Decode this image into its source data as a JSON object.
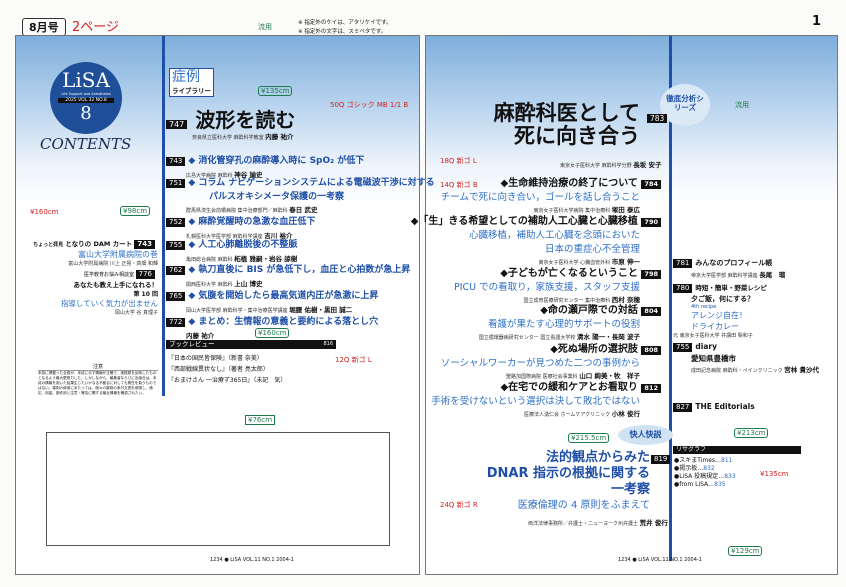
{
  "header": {
    "issue": "8月号",
    "page_note": "2ページ",
    "notes": [
      "※ 指定外のケイは、アタリケイです。",
      "※ 指定外の文字は、スミベタです。"
    ],
    "page_number": "1"
  },
  "logo": {
    "name": "LiSA",
    "subtitle": "Life Support and Anesthesia",
    "volume": "2025 VOL.32 NO.8",
    "number": "8",
    "contents": "CONTENTS"
  },
  "left": {
    "section_label": "症例",
    "section_sub": "ライブラリー",
    "main": {
      "page": "747",
      "title": "波形を読む",
      "author_aff": "奈良県立医科大学 麻酔科学教室",
      "author": "内藤 祐介"
    },
    "items": [
      {
        "page": "743",
        "title": "◆ 消化管穿孔の麻酔導入時に SpO₂ が低下",
        "aff": "広島大学病院 麻酔科",
        "author": "神谷 諭史"
      },
      {
        "page": "751",
        "title": "◆ コラム ナビゲーションシステムによる電磁波干渉に対する",
        "title2": "パルスオキシメータ保護の一考察",
        "aff": "群馬県済生会前橋病院 集中治療部門／麻酔科",
        "author": "春日 武史"
      },
      {
        "page": "752",
        "title": "◆ 麻酔覚醒時の急激な血圧低下",
        "aff": "札幌医科大学医学部 麻酔科学講座",
        "author": "吉川 裕介"
      },
      {
        "page": "755",
        "title": "◆ 人工心肺離脱後の不整脈",
        "aff": "亀田総合病院 麻酔科",
        "author": "柘植 雅嗣・岩谷 諒樹"
      },
      {
        "page": "762",
        "title": "◆ 執刀直後に BIS が急低下し，血圧と心拍数が急上昇",
        "aff": "関西医科大学 麻酔科",
        "author": "上山 博史"
      },
      {
        "page": "765",
        "title": "◆ 気腹を開始したら最高気道内圧が急激に上昇",
        "aff": "岡山大学医学部 麻酔科学・集中治療医学講座",
        "author": "堀腰 佑樹・黒田 誠二"
      },
      {
        "page": "772",
        "title": "◆ まとめ：生情報の意義と要約による落とし穴",
        "aff": "",
        "author": "内藤 祐介"
      }
    ],
    "book_review": {
      "label": "ブックレビュー",
      "page": "816",
      "items": [
        "『日本の国民皆保険』（新書 奈美）",
        "『西部戦線異状なし』（著者 亮太郎）",
        "『おまけさん 一治療ず365日』（未記　気）"
      ]
    },
    "side": [
      {
        "page": "743",
        "kicker": "ちょっと拝見",
        "title": "となりの DAM カート",
        "sub": "富山大学附属病院の巻",
        "author": "富山大学附属病院 川上 正晃・高畑 和輝"
      },
      {
        "page": "776",
        "kicker": "医学教育お悩み相談室",
        "title": "あなたも教え上手になれる！",
        "sub": "第 10 回",
        "sub2": "指導していく気力が出ません",
        "author": "岡山大学 谷 真理子"
      }
    ],
    "notice": {
      "title": "注意",
      "body": "本誌に掲載った全員が、本誌に示す情報が正確で、実践原を反映したものとなるよう最大限努力した。しかしながら、編集者ならびに出版社は、本誌の情報を用いた結果生じたいかなる不都合に対しても責任を負うものではない。薬剤の使用にあたっては、個々の薬剤の添付文書を参照し、適応、用量、副作用と注意・警告に関する最近情報を確認されたい。"
    },
    "footer": "1234 ● LiSA VOL.11 NO.1 2004-1"
  },
  "right": {
    "series": "徹底分析シリーズ",
    "main": {
      "page": "783",
      "title1": "麻酔科医として",
      "title2": "死に向き合う",
      "aff": "東京女子医科大学 麻酔科学分野",
      "author": "長坂 安子"
    },
    "items": [
      {
        "page": "784",
        "title": "◆生命維持治療の終了について",
        "sub": [
          "チームで死に向き合い，ゴールを話し合うこと"
        ],
        "aff": "東京女子医科大学病院 集中治療科",
        "author": "塚田 泰広"
      },
      {
        "page": "790",
        "title": "◆「生」きる希望としての補助人工心臓と心臓移植",
        "sub": [
          "心臓移植，補助人工心臓を念頭においた",
          "日本の重症心不全管理"
        ],
        "aff": "東京女子医科大学 心臓血管外科",
        "author": "市原 伸一"
      },
      {
        "page": "798",
        "title": "◆子どもが亡くなるということ",
        "sub": [
          "PICU での看取り，家族支援，スタッフ支援"
        ],
        "aff": "国立成育医療研究センター 集中治療科",
        "author": "西村 奈穂"
      },
      {
        "page": "804",
        "title": "◆命の瀬戸際での対話",
        "sub": [
          "看護が果たす心理的サポートの役割"
        ],
        "aff": "国立循環器病研究センター 国立看護大学校",
        "author": "清水 陽一・長岡 波子"
      },
      {
        "page": "808",
        "title": "◆死ぬ場所の選択肢",
        "sub": [
          "ソーシャルワーカーが見つめた二つの事例から"
        ],
        "aff": "聖路加国際病院 医療社会事業科",
        "author": "山口 絢美・牧　祥子"
      },
      {
        "page": "812",
        "title": "◆在宅での緩和ケアとお看取り",
        "sub": [
          "手術を受けないという選択は決して敗北ではない"
        ],
        "aff": "医療法人湧仁会 ホームケアクリニック",
        "author": "小林 俊行"
      }
    ],
    "kaijin": {
      "label": "快人快説",
      "page": "819",
      "title": [
        "法的観点からみた",
        "DNAR 指示の根拠に関する",
        "一考察"
      ],
      "sub": "医療倫理の 4 原則をふまえて",
      "aff": "両洋法律事務所／弁護士・ニューヨーク州弁護士",
      "author": "荒井 俊行"
    },
    "column": [
      {
        "page": "781",
        "title": "みんなのプロフィール帳",
        "aff": "帝京大学医学部 麻酔科学講座",
        "author": "長尾　瑠"
      },
      {
        "page": "780",
        "title": "時短・簡単・野菜レシピ",
        "title2": "夕ご飯，何にする？",
        "tag": "4th recipe",
        "sub": [
          "アレンジ自在！",
          "ドライカレー"
        ],
        "author": "元 東京女子医科大学 井講田 梨和子"
      },
      {
        "page": "755",
        "title": "diary",
        "sub": [
          "愛知県豊橋市"
        ],
        "aff": "成田記念病院 麻酔科・ペインクリニック",
        "author": "宮林 貴沙代"
      },
      {
        "page": "827",
        "title": "THE Editorials"
      }
    ],
    "risagraph": {
      "label": "リサグラフ",
      "items": [
        {
          "t": "●スキまTimes…",
          "p": "811"
        },
        {
          "t": "●掲示板…",
          "p": "832"
        },
        {
          "t": "●LiSA 投稿規定…",
          "p": "833"
        },
        {
          "t": "●from LiSA…",
          "p": "835"
        }
      ]
    },
    "footer": "1234 ● LiSA VOL.11 NO.1 2004-1"
  },
  "annotations": {
    "red": [
      "50Q ゴシック MB 1/1 B",
      "18Q 新ゴ L",
      "12Q 新ゴ L",
      "¥160cm",
      "14Q 新ゴ B",
      "24Q 新ゴ R",
      "¥135cm"
    ],
    "green": [
      "流用",
      "¥135cm",
      "¥160cm",
      "¥213cm",
      "¥215.5cm",
      "¥129cm",
      "¥98cm",
      "¥76cm",
      "流用"
    ]
  },
  "colors": {
    "accent": "#1f4fa8",
    "link": "#2f6fc8",
    "markup_red": "#d42020",
    "markup_green": "#1e7a4a"
  }
}
